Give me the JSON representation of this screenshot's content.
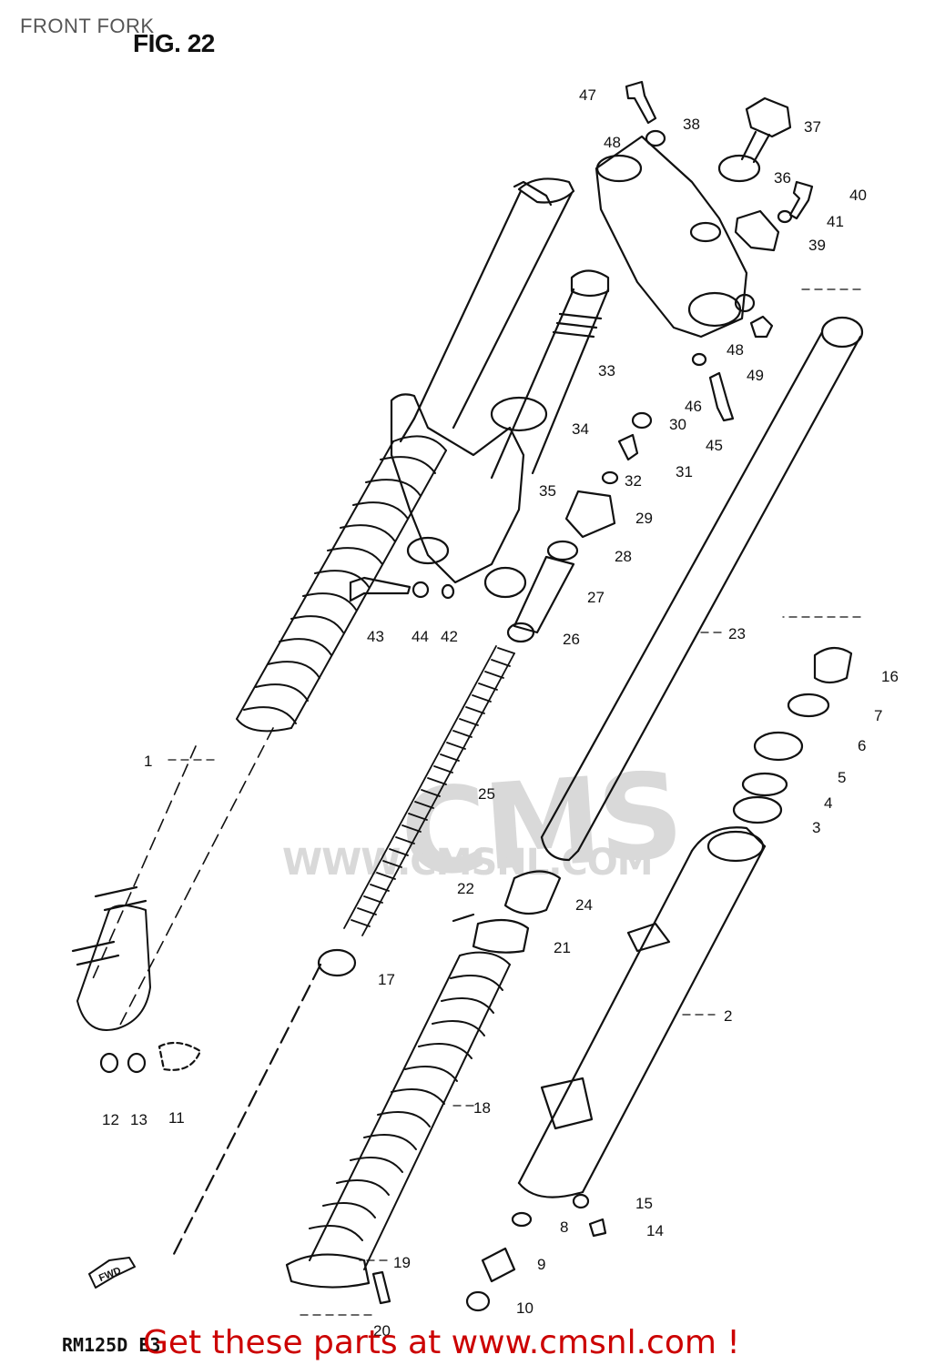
{
  "page": {
    "title": "FRONT FORK",
    "figure": "FIG. 22",
    "model_code": "RM125D E3"
  },
  "promo": {
    "text": "Get these parts at www.cmsnl.com !",
    "color": "#cc0000"
  },
  "watermark": {
    "brand": "CMS",
    "url": "WWW.CMSNL.COM",
    "color": "#d9d9d9"
  },
  "fwd_label": "FWD",
  "part_numbers": [
    "1",
    "2",
    "3",
    "4",
    "5",
    "6",
    "7",
    "8",
    "9",
    "10",
    "11",
    "12",
    "13",
    "14",
    "15",
    "16",
    "17",
    "18",
    "19",
    "20",
    "21",
    "22",
    "23",
    "24",
    "25",
    "26",
    "27",
    "28",
    "29",
    "30",
    "31",
    "32",
    "33",
    "34",
    "35",
    "36",
    "37",
    "38",
    "39",
    "40",
    "41",
    "42",
    "43",
    "44",
    "45",
    "46",
    "47",
    "48",
    "48",
    "49"
  ]
}
